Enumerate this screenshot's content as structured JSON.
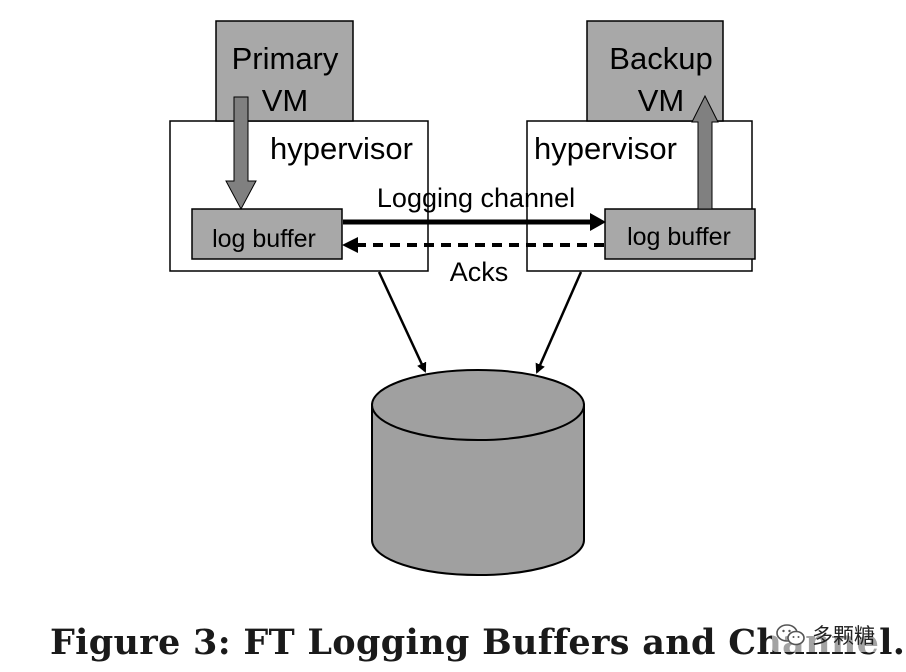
{
  "diagram": {
    "primary_vm_line1": "Primary",
    "primary_vm_line2": "VM",
    "backup_vm_line1": "Backup",
    "backup_vm_line2": "VM",
    "hypervisor_left": "hypervisor",
    "hypervisor_right": "hypervisor",
    "log_buffer_left": "log buffer",
    "log_buffer_right": "log buffer",
    "logging_channel": "Logging channel",
    "acks": "Acks"
  },
  "caption": "Figure 3: FT Logging Buffers and Channel.",
  "watermark": "多颗糖",
  "colors": {
    "box_fill": "#a8a8a8",
    "cylinder_fill": "#a0a0a0",
    "stroke": "#000000",
    "background": "#ffffff"
  }
}
